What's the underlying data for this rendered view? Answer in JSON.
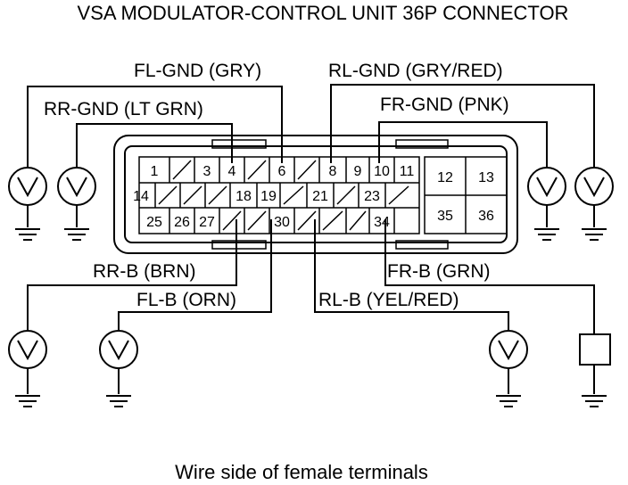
{
  "title": "VSA MODULATOR-CONTROL UNIT 36P CONNECTOR",
  "caption": "Wire side of female terminals",
  "wire_labels": {
    "fl_gnd": "FL-GND (GRY)",
    "rl_gnd": "RL-GND (GRY/RED)",
    "rr_gnd": "RR-GND (LT GRN)",
    "fr_gnd": "FR-GND (PNK)",
    "rr_b": "RR-B (BRN)",
    "fr_b": "FR-B (GRN)",
    "fl_b": "FL-B (ORN)",
    "rl_b": "RL-B (YEL/RED)"
  },
  "pins": {
    "p1": "1",
    "p3": "3",
    "p4": "4",
    "p6": "6",
    "p8": "8",
    "p9": "9",
    "p10": "10",
    "p11": "11",
    "p12": "12",
    "p13": "13",
    "p14": "14",
    "p18": "18",
    "p19": "19",
    "p21": "21",
    "p23": "23",
    "p25": "25",
    "p26": "26",
    "p27": "27",
    "p30": "30",
    "p34": "34",
    "p35": "35",
    "p36": "36"
  },
  "symbols": {
    "voltmeter": "V",
    "ground": "ground"
  }
}
